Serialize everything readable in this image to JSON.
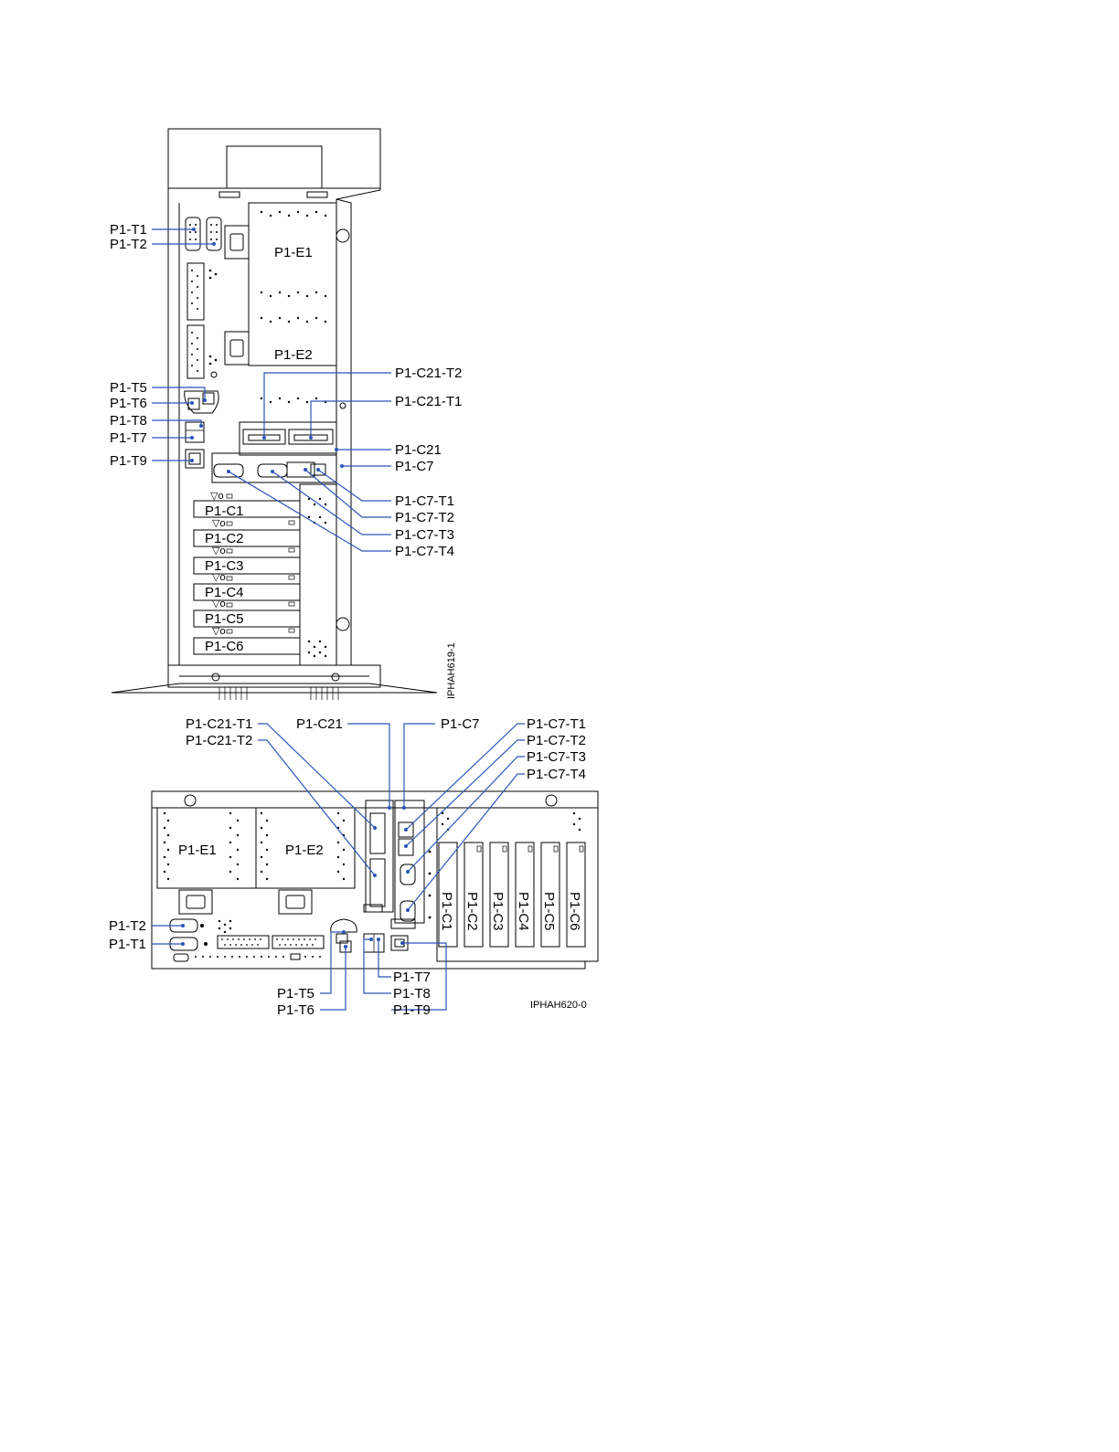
{
  "tower_view": {
    "figure_id": "IPHAH619-1",
    "callouts_left": [
      "P1-T1",
      "P1-T2",
      "P1-T5",
      "P1-T6",
      "P1-T8",
      "P1-T7",
      "P1-T9"
    ],
    "callouts_right": [
      "P1-C21-T2",
      "P1-C21-T1",
      "P1-C21",
      "P1-C7",
      "P1-C7-T1",
      "P1-C7-T2",
      "P1-C7-T3",
      "P1-C7-T4"
    ],
    "power_supplies": [
      "P1-E1",
      "P1-E2"
    ],
    "pci_slots": [
      "P1-C1",
      "P1-C2",
      "P1-C3",
      "P1-C4",
      "P1-C5",
      "P1-C6"
    ]
  },
  "rack_view": {
    "figure_id": "IPHAH620-0",
    "callouts_top": [
      "P1-C21-T1",
      "P1-C21-T2",
      "P1-C21",
      "P1-C7",
      "P1-C7-T1",
      "P1-C7-T2",
      "P1-C7-T3",
      "P1-C7-T4"
    ],
    "callouts_left": [
      "P1-T2",
      "P1-T1"
    ],
    "callouts_bottom": [
      "P1-T5",
      "P1-T6",
      "P1-T7",
      "P1-T8",
      "P1-T9"
    ],
    "power_supplies": [
      "P1-E1",
      "P1-E2"
    ],
    "pci_slots": [
      "P1-C1",
      "P1-C2",
      "P1-C3",
      "P1-C4",
      "P1-C5",
      "P1-C6"
    ]
  },
  "colors": {
    "line": "#000000",
    "leader": "#2a55b8",
    "background": "#ffffff"
  }
}
